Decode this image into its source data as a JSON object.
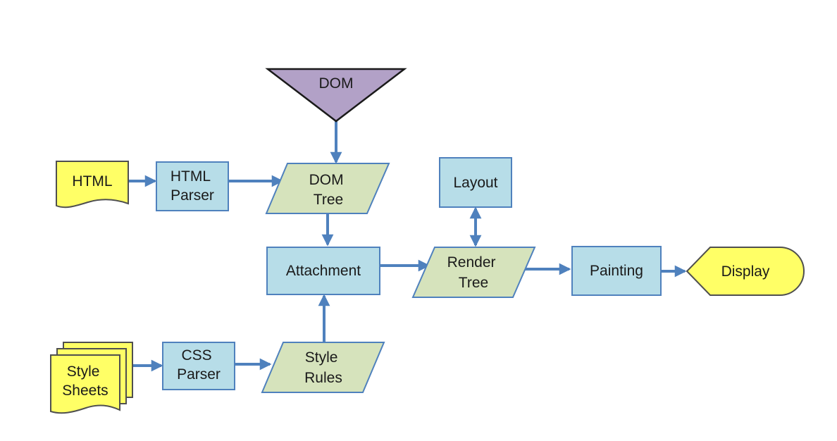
{
  "colors": {
    "box_fill": "#b7dde8",
    "box_stroke": "#4f81bd",
    "para_fill": "#d6e3bc",
    "para_stroke": "#4f81bd",
    "yellow_fill": "#ffff66",
    "yellow_stroke": "#4f4f4f",
    "tri_fill": "#b2a1c7",
    "tri_stroke": "#1a1a1a",
    "arrow": "#4f81bd"
  },
  "nodes": {
    "dom": [
      "DOM"
    ],
    "html": [
      "HTML"
    ],
    "html_parser": [
      "HTML",
      "Parser"
    ],
    "dom_tree": [
      "DOM",
      "Tree"
    ],
    "layout": [
      "Layout"
    ],
    "attachment": [
      "Attachment"
    ],
    "render_tree": [
      "Render",
      "Tree"
    ],
    "painting": [
      "Painting"
    ],
    "display": [
      "Display"
    ],
    "style_sheets": [
      "Style",
      "Sheets"
    ],
    "css_parser": [
      "CSS",
      "Parser"
    ],
    "style_rules": [
      "Style",
      "Rules"
    ]
  }
}
